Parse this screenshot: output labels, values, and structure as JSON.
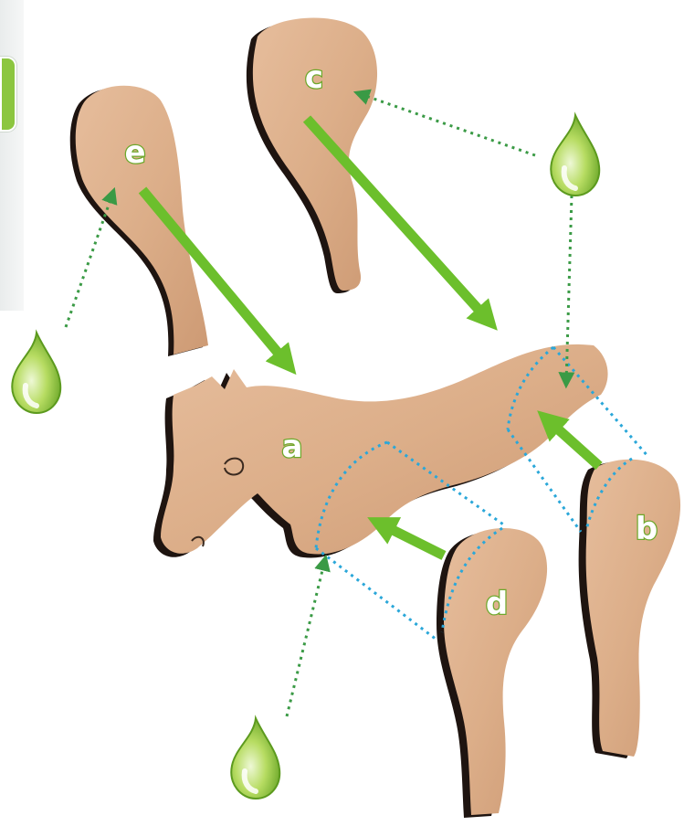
{
  "labels": {
    "body": "a",
    "back_right_leg": "b",
    "back_left_leg": "c",
    "front_right_leg": "d",
    "front_left_leg": "e"
  },
  "colors": {
    "arrow": "#6cbf2c",
    "glue_dot": "#3a9a45",
    "dashed_outline": "#2aa7d9",
    "wood": "#dcae89",
    "wood_edge": "#1e1410",
    "label_fill": "#ffffff",
    "label_stroke": "#6da82b",
    "tab": "#8cc63f"
  },
  "icons": {
    "glue_drop": "glue-drop-icon"
  }
}
